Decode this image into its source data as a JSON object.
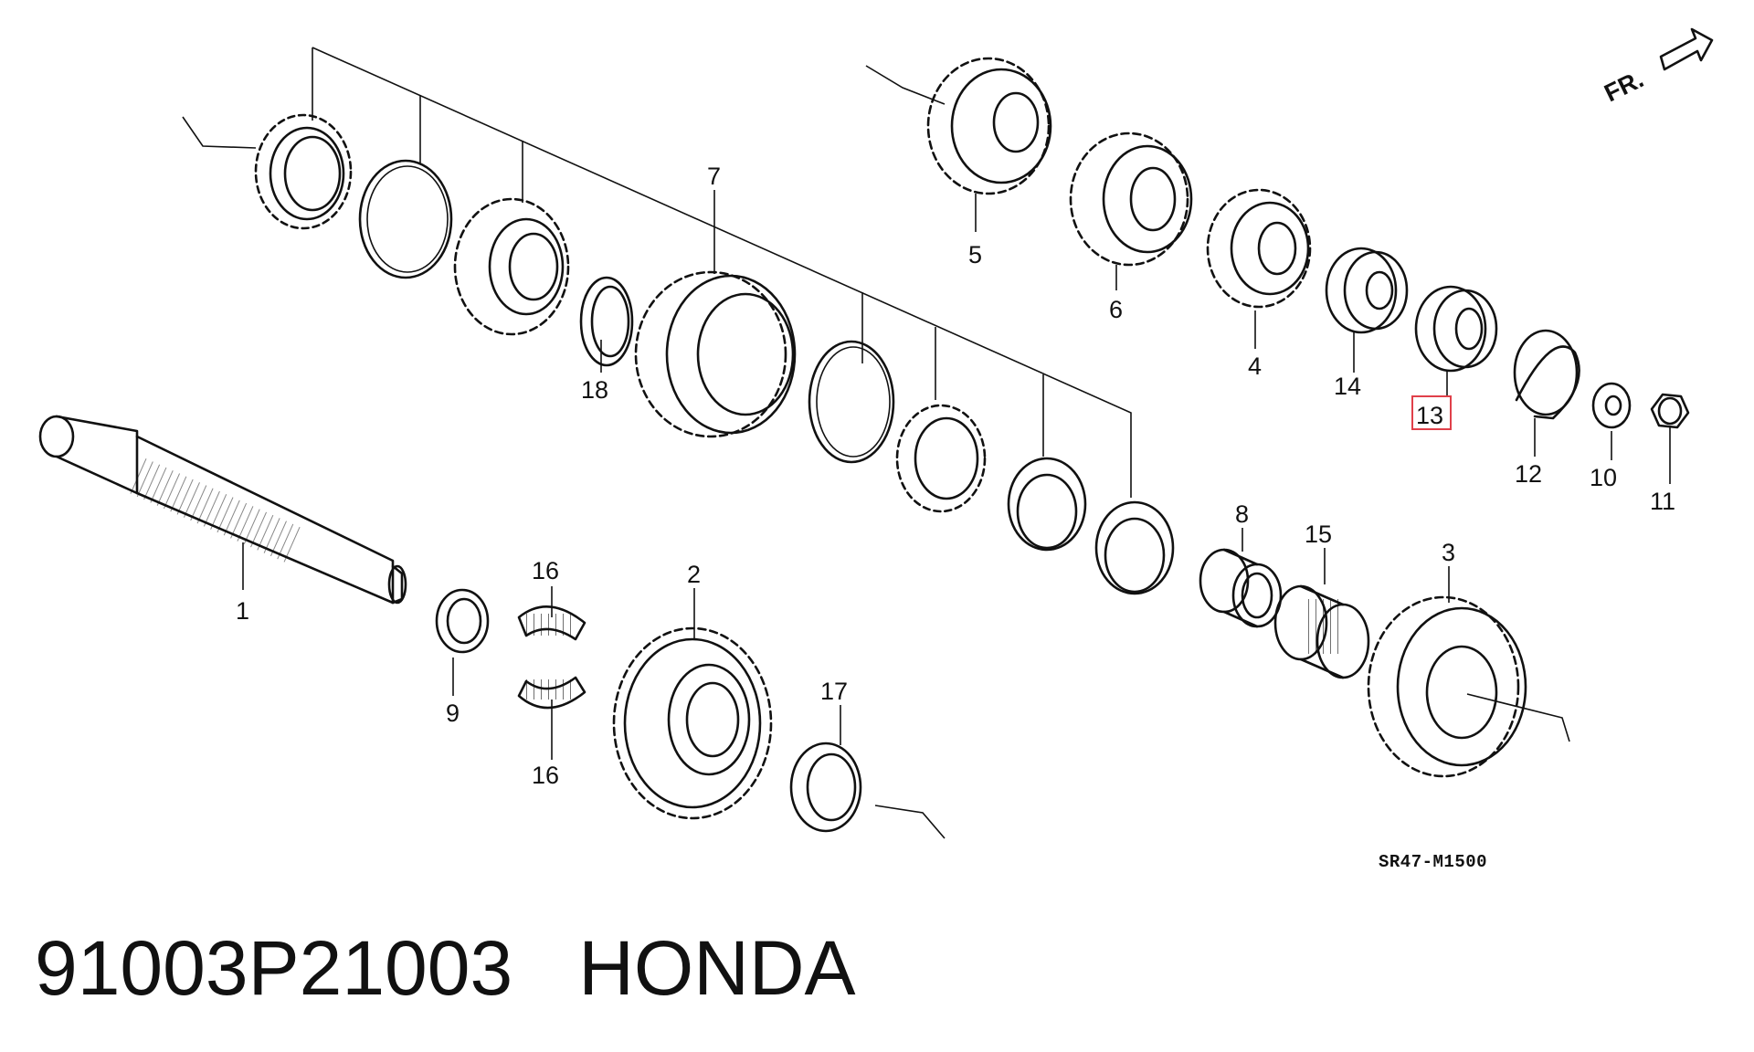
{
  "diagram": {
    "callouts": [
      {
        "id": "c1",
        "text": "1"
      },
      {
        "id": "c2",
        "text": "2"
      },
      {
        "id": "c3",
        "text": "3"
      },
      {
        "id": "c4",
        "text": "4"
      },
      {
        "id": "c5",
        "text": "5"
      },
      {
        "id": "c6",
        "text": "6"
      },
      {
        "id": "c7",
        "text": "7"
      },
      {
        "id": "c8",
        "text": "8"
      },
      {
        "id": "c9",
        "text": "9"
      },
      {
        "id": "c10",
        "text": "10"
      },
      {
        "id": "c11",
        "text": "11"
      },
      {
        "id": "c12",
        "text": "12"
      },
      {
        "id": "c13",
        "text": "13"
      },
      {
        "id": "c14",
        "text": "14"
      },
      {
        "id": "c15",
        "text": "15"
      },
      {
        "id": "c16a",
        "text": "16"
      },
      {
        "id": "c16b",
        "text": "16"
      },
      {
        "id": "c17",
        "text": "17"
      },
      {
        "id": "c18",
        "text": "18"
      }
    ],
    "highlighted_callout": "13",
    "front_arrow_label": "FR.",
    "drawing_code": "SR47-M1500"
  },
  "footer": {
    "part_number": "91003P21003",
    "brand": "HONDA"
  },
  "colors": {
    "line": "#111111",
    "highlight": "#e0404a",
    "background": "#ffffff"
  }
}
